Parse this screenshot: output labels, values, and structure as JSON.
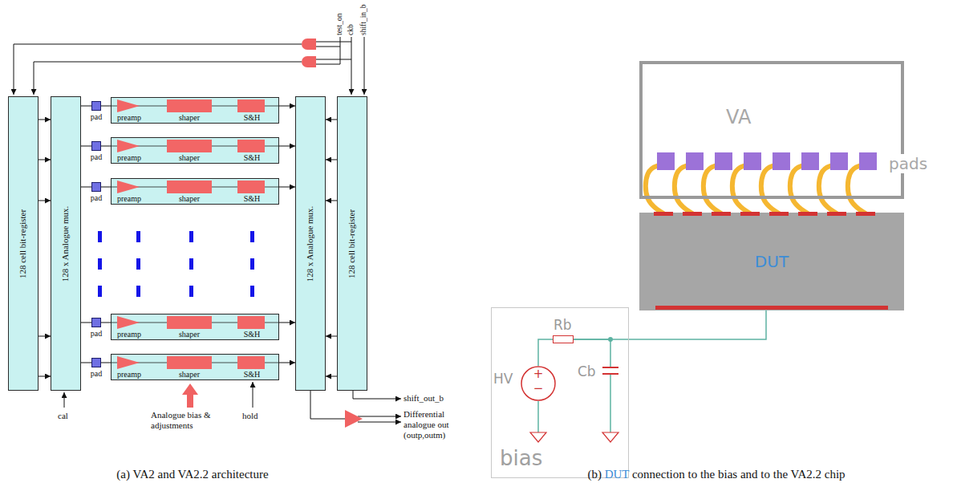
{
  "diagram": {
    "nodes": [
      {
        "text": [
          "128 cell bit-register"
        ]
      },
      {
        "text": [
          "128 x Analogue mux."
        ]
      },
      {
        "text": [
          "pad"
        ]
      },
      {
        "text": [
          "preamp",
          "shaper",
          "S&H"
        ]
      },
      {
        "text": [
          "pad"
        ]
      },
      {
        "text": [
          "preamp",
          "shaper",
          "S&H"
        ]
      },
      {
        "text": [
          "pad"
        ]
      },
      {
        "text": [
          "preamp",
          "shaper",
          "S&H"
        ]
      },
      {
        "text": [
          "pad"
        ]
      },
      {
        "text": [
          "preamp",
          "shaper",
          "S&H"
        ]
      },
      {
        "text": [
          "pad"
        ]
      },
      {
        "text": [
          "preamp",
          "shaper",
          "S&H"
        ]
      },
      {
        "text": [
          "128 x Analogue mux."
        ]
      },
      {
        "text": [
          "128 cell bit-register"
        ]
      },
      {
        "text": [
          "VA"
        ]
      },
      {
        "text": [
          "DUT"
        ]
      },
      {
        "text": [
          "bias"
        ]
      },
      {
        "text": [
          "HV",
          "+",
          "−"
        ],
        "in": 16
      },
      {
        "text": [
          "Rb"
        ],
        "in": 16
      },
      {
        "text": [
          "Cb"
        ],
        "in": 16
      }
    ],
    "edges": [
      {
        "from": 0,
        "to": 1,
        "arrow": "to"
      },
      {
        "from": 1,
        "to": 2,
        "arrow": "none"
      },
      {
        "from": 2,
        "to": 3,
        "arrow": "none"
      },
      {
        "from": 3,
        "to": 12,
        "arrow": "to"
      },
      {
        "from": 13,
        "to": 12,
        "arrow": "to"
      },
      {
        "from": 0,
        "to": 1,
        "arrow": "to"
      },
      {
        "from": 1,
        "to": 4,
        "arrow": "none"
      },
      {
        "from": 4,
        "to": 5,
        "arrow": "none"
      },
      {
        "from": 5,
        "to": 12,
        "arrow": "to"
      },
      {
        "from": 13,
        "to": 12,
        "arrow": "to"
      },
      {
        "from": 0,
        "to": 1,
        "arrow": "to"
      },
      {
        "from": 1,
        "to": 6,
        "arrow": "none"
      },
      {
        "from": 6,
        "to": 7,
        "arrow": "none"
      },
      {
        "from": 7,
        "to": 12,
        "arrow": "to"
      },
      {
        "from": 13,
        "to": 12,
        "arrow": "to"
      },
      {
        "from": 0,
        "to": 1,
        "arrow": "to"
      },
      {
        "from": 1,
        "to": 8,
        "arrow": "none"
      },
      {
        "from": 8,
        "to": 9,
        "arrow": "none"
      },
      {
        "from": 9,
        "to": 12,
        "arrow": "to"
      },
      {
        "from": 13,
        "to": 12,
        "arrow": "to"
      },
      {
        "from": 0,
        "to": 1,
        "arrow": "to"
      },
      {
        "from": 1,
        "to": 10,
        "arrow": "none"
      },
      {
        "from": 10,
        "to": 11,
        "arrow": "none"
      },
      {
        "from": 11,
        "to": 12,
        "arrow": "to"
      },
      {
        "from": 13,
        "to": 12,
        "arrow": "to"
      },
      {
        "from": 14,
        "to": 15,
        "arrow": "none"
      },
      {
        "from": 14,
        "to": 15,
        "arrow": "none"
      },
      {
        "from": 14,
        "to": 15,
        "arrow": "none"
      },
      {
        "from": 14,
        "to": 15,
        "arrow": "none"
      },
      {
        "from": 14,
        "to": 15,
        "arrow": "none"
      },
      {
        "from": 14,
        "to": 15,
        "arrow": "none"
      },
      {
        "from": 14,
        "to": 15,
        "arrow": "none"
      },
      {
        "from": 14,
        "to": 15,
        "arrow": "none"
      },
      {
        "from": 17,
        "to": 18,
        "arrow": "none"
      },
      {
        "from": 18,
        "to": 15,
        "arrow": "none"
      },
      {
        "from": 18,
        "to": 19,
        "arrow": "none"
      }
    ],
    "labels": [
      "test_on",
      "ckb",
      "shift_in_b",
      "cal",
      "Analogue bias & adjustments",
      "hold",
      "shift_out_b",
      "Differential analogue out (outp,outm)",
      "pads",
      "(a) VA2 and VA2.2 architecture",
      "(b) DUT connection to the bias and to the VA2.2 chip"
    ]
  }
}
